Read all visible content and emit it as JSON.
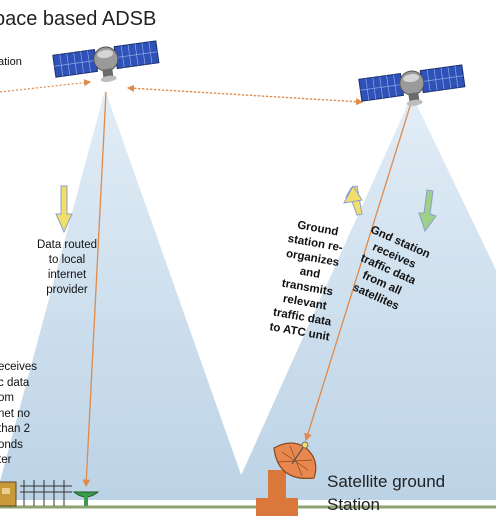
{
  "diagram": {
    "title": "pace based  ADSB",
    "left_fragment": "ation",
    "routed_text": [
      "Data routed",
      "to local",
      "internet",
      "provider"
    ],
    "receives_fragment": [
      "eceives",
      "c data",
      "om",
      "net no",
      "than 2",
      "onds",
      "ter"
    ],
    "gnd_station_text": [
      "Gnd station",
      "receives",
      "traffic data",
      "from all",
      "satellites"
    ],
    "ground_reorg_text": [
      "Ground",
      "station re-",
      "organizes",
      "and",
      "transmits",
      "relevant",
      "traffic data",
      "to ATC unit"
    ],
    "satellite_ground_label": [
      "Satellite ground",
      "Station"
    ]
  },
  "colors": {
    "beam": "#c7dbea",
    "arrow": "#e08a4a",
    "panel": "#2e52b8",
    "dish": "#e8884e",
    "yellow_arrow": "#f2de6a",
    "green_arrow": "#9fd08a"
  }
}
